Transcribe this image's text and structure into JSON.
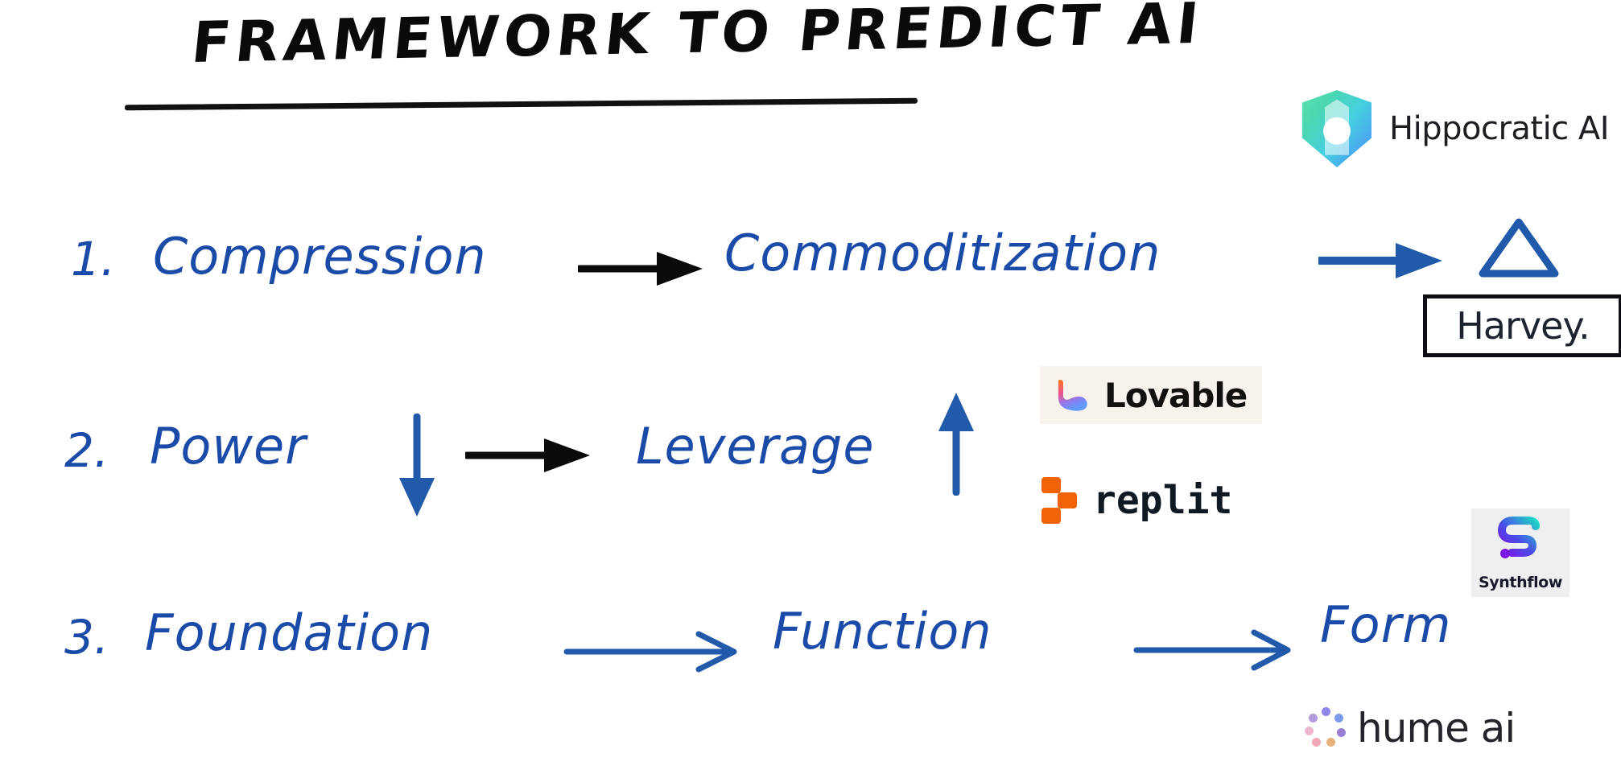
{
  "title": {
    "text": "Framework to Predict AI",
    "underline": true
  },
  "colors": {
    "ink_blue": "#1b4ba8",
    "arrow_blue": "#2159ab",
    "ink_black": "#0a0a0a",
    "background": "#ffffff"
  },
  "rows": [
    {
      "number": "1.",
      "left_term": "Compression",
      "arrow_1": "black-solid-arrow-right",
      "right_term": "Commoditization",
      "arrow_2": "blue-solid-arrow-right",
      "end_icon": "triangle-outline-icon"
    },
    {
      "number": "2.",
      "left_term": "Power",
      "left_modifier": "down-arrow-icon",
      "arrow_1": "black-solid-arrow-right",
      "right_term": "Leverage",
      "right_modifier": "up-arrow-icon"
    },
    {
      "number": "3.",
      "left_term": "Foundation",
      "arrow_1": "blue-thin-arrow-right",
      "middle_term": "Function",
      "arrow_2": "blue-thin-arrow-right",
      "right_term": "Form"
    }
  ],
  "logos": {
    "hippocratic": {
      "label": "Hippocratic AI",
      "mark": "hippocratic-shield-icon"
    },
    "harvey": {
      "label": "Harvey.",
      "boxed": true
    },
    "lovable": {
      "label": "Lovable",
      "mark": "lovable-heart-icon",
      "chip_bg": "#f7f2ec"
    },
    "replit": {
      "label": "replit",
      "mark": "replit-blocks-icon",
      "mark_color": "#F26207"
    },
    "synthflow": {
      "label": "Synthflow",
      "mark": "synthflow-s-icon",
      "chip_bg": "#eeeff0"
    },
    "hume": {
      "label": "hume ai",
      "mark": "hume-dots-icon"
    }
  }
}
